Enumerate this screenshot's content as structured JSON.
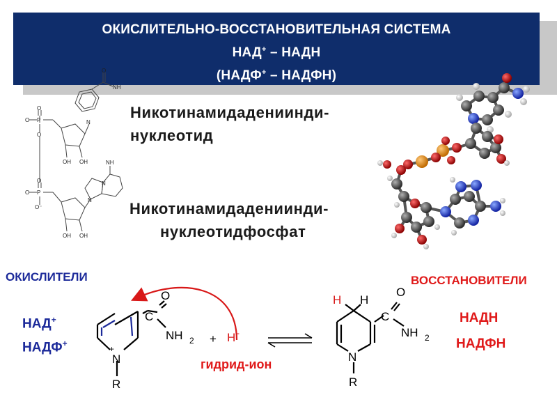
{
  "header": {
    "line1": "ОКИСЛИТЕЛЬНО-ВОССТАНОВИТЕЛЬНАЯ СИСТЕМА",
    "line2_a": "НАД",
    "line2_b": " – НАДН",
    "line3_a": "(НАДФ",
    "line3_b": " – НАДФН)",
    "plus": "+"
  },
  "names": {
    "nad_line1": "Никотинамидадениинди-",
    "nad_line2": "нуклеотид",
    "nadp_line1": "Никотинамидадениинди-",
    "nadp_line2": "нуклеотидфосфат"
  },
  "oxidizers": {
    "heading": "ОКИСЛИТЕЛИ",
    "items": [
      "НАД",
      "НАДФ"
    ],
    "charge": "+"
  },
  "reducers": {
    "heading": "ВОССТАНОВИТЕЛИ",
    "items": [
      "НАДН",
      "НАДФН"
    ]
  },
  "reaction": {
    "plus_sign": "+",
    "hydride_label": "гидрид-ион",
    "h_minus": "H",
    "minus": "-",
    "atom_O": "O",
    "atom_C": "C",
    "atom_NH": "NH",
    "sub_2": "2",
    "atom_N": "N",
    "ring_plus": "+",
    "atom_R": "R",
    "atom_H": "H"
  },
  "small_structure": {
    "o": "O",
    "p": "P",
    "nh2": "NH",
    "oh": "OH",
    "n": "N",
    "neg": "O⁻"
  },
  "colors": {
    "header_bg": "#0f2d6b",
    "oxidizer_blue": "#1c2a9a",
    "reducer_red": "#e01a1a"
  }
}
